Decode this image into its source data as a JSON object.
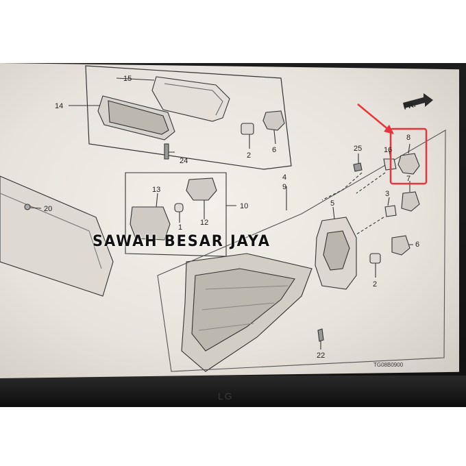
{
  "watermark": "SAWAH BESAR JAYA",
  "direction_label": "FR.",
  "reference_code": "TG08B0900",
  "monitor_brand": "LG",
  "highlight_color": "#e8343a",
  "callouts": {
    "c14": "14",
    "c15": "15",
    "c2a": "2",
    "c6a": "6",
    "c24": "24",
    "c13": "13",
    "c1": "1",
    "c12": "12",
    "c10": "10",
    "c20": "20",
    "c4": "4",
    "c9": "9",
    "c25": "25",
    "c16": "16",
    "c8": "8",
    "c7": "7",
    "c3": "3",
    "c5": "5",
    "c6b": "6",
    "c2b": "2",
    "c22": "22"
  }
}
